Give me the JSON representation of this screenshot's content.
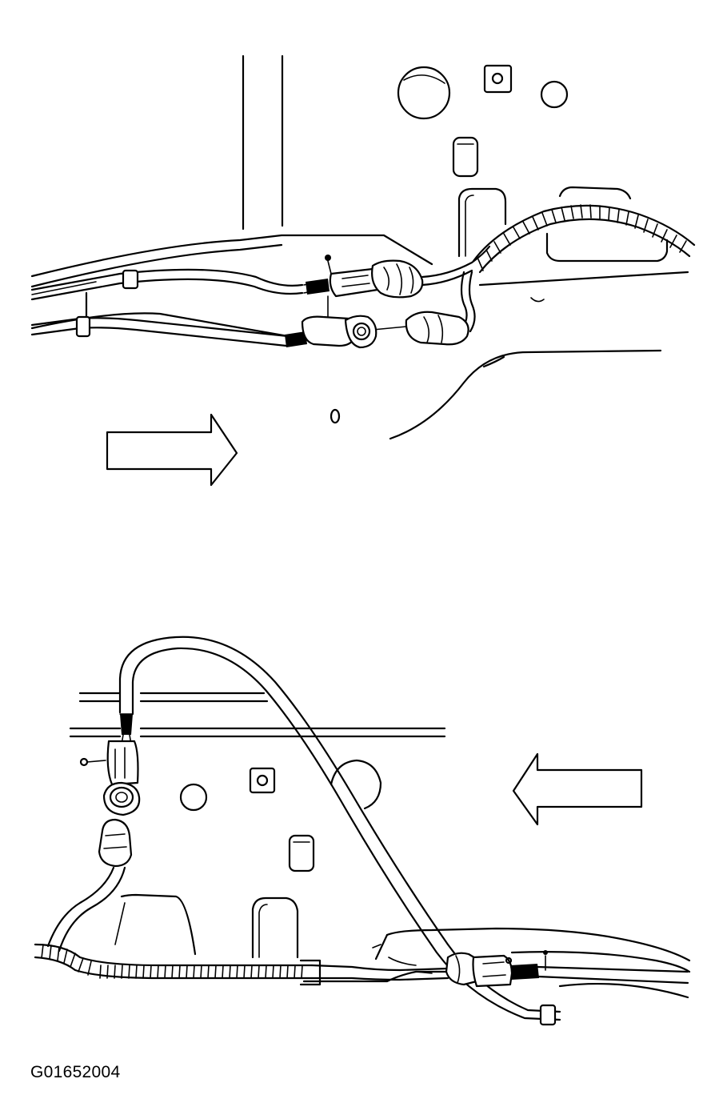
{
  "figure": {
    "code": "G01652004",
    "panels": [
      {
        "id": "upper",
        "arrow_direction": "right"
      },
      {
        "id": "lower",
        "arrow_direction": "left"
      }
    ]
  },
  "colors": {
    "ink": "#000000",
    "background": "#ffffff"
  }
}
